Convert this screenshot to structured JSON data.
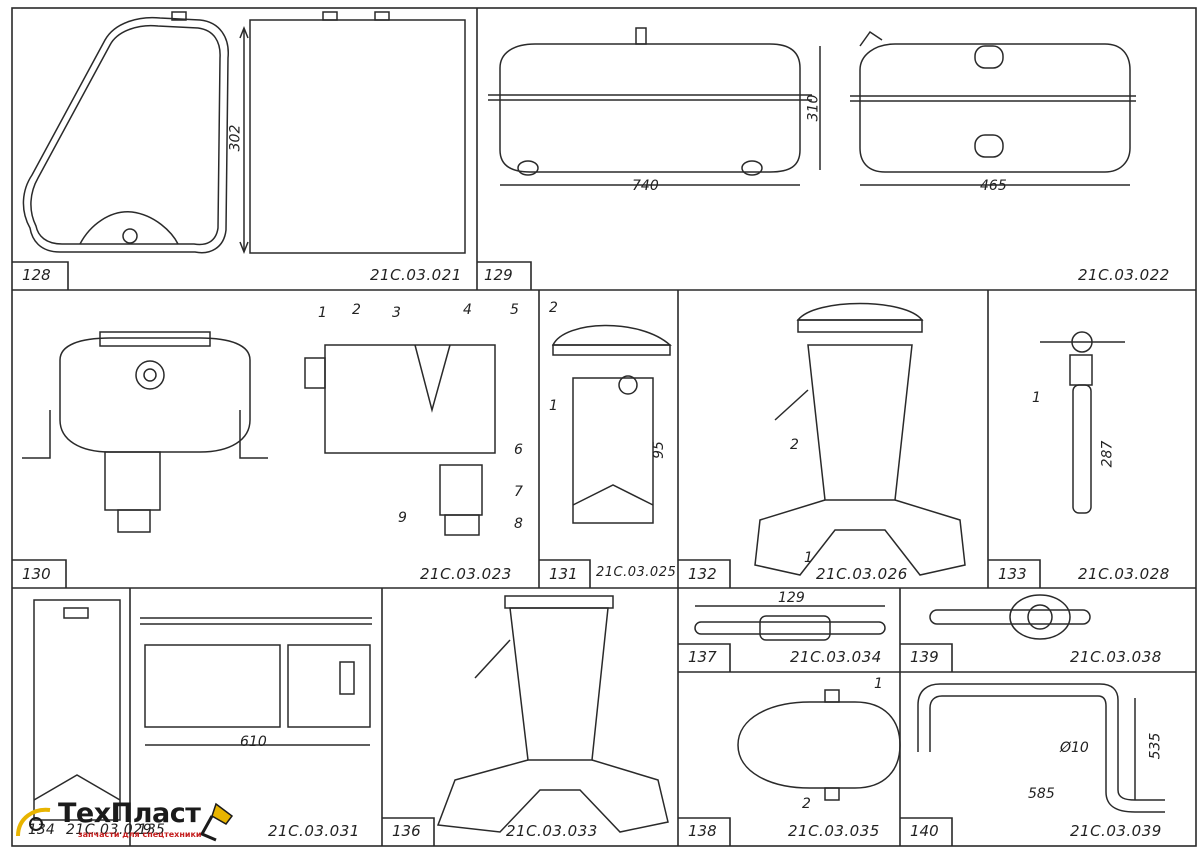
{
  "panels": [
    {
      "num": "128",
      "code": "21С.03.021",
      "dims": [
        "302"
      ]
    },
    {
      "num": "129",
      "code": "21С.03.022",
      "dims": [
        "740",
        "310",
        "465"
      ]
    },
    {
      "num": "130",
      "code": "21С.03.023",
      "callouts": [
        "1",
        "2",
        "3",
        "4",
        "5",
        "6",
        "7",
        "8",
        "9"
      ]
    },
    {
      "num": "131",
      "code": "21С.03.025",
      "dims": [
        "95"
      ],
      "callouts": [
        "1",
        "2"
      ]
    },
    {
      "num": "132",
      "code": "21С.03.026",
      "callouts": [
        "1",
        "2"
      ]
    },
    {
      "num": "133",
      "code": "21С.03.028",
      "dims": [
        "287"
      ],
      "callouts": [
        "1"
      ]
    },
    {
      "num": "134",
      "code": "21С.03.029"
    },
    {
      "num": "135",
      "code": "21С.03.031",
      "dims": [
        "610"
      ]
    },
    {
      "num": "136",
      "code": "21С.03.033"
    },
    {
      "num": "137",
      "code": "21С.03.034",
      "dims": [
        "129"
      ]
    },
    {
      "num": "139",
      "code": "21С.03.038"
    },
    {
      "num": "138",
      "code": "21С.03.035",
      "callouts": [
        "1",
        "2"
      ]
    },
    {
      "num": "140",
      "code": "21С.03.039",
      "dims": [
        "535",
        "Ø10",
        "585"
      ]
    }
  ],
  "logo": {
    "name": "ТехПласт",
    "tagline": "запчасти для спецтехники"
  },
  "colors": {
    "line": "#2a2a2a",
    "logo_red": "#c41d1d",
    "logo_yellow": "#e8b400"
  }
}
